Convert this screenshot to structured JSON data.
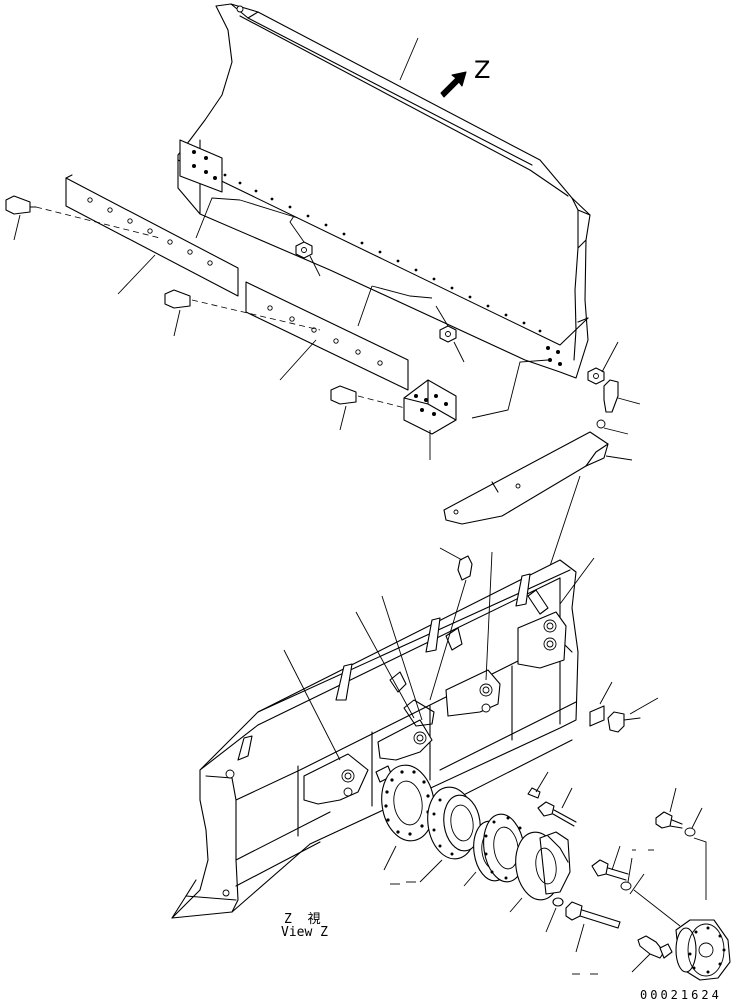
{
  "view_arrow_label": "Z",
  "view_caption_jp": "Z 視",
  "view_caption_en": "View Z",
  "drawing_number": "00021624"
}
